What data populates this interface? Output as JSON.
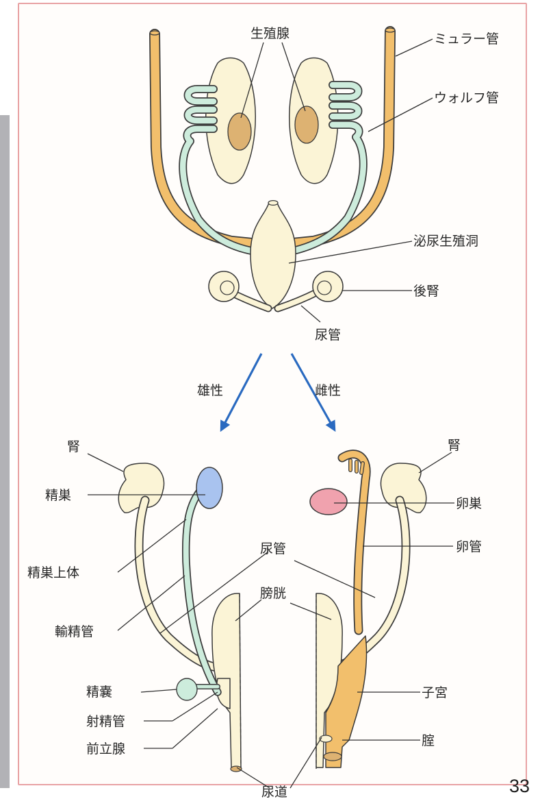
{
  "page": {
    "number": "33"
  },
  "labels": {
    "gonad": "生殖腺",
    "muller": "ミュラー管",
    "wolff": "ウォルフ管",
    "sinus": "泌尿生殖洞",
    "metanephros": "後腎",
    "ureter_top": "尿管",
    "male": "雄性",
    "female": "雌性",
    "kidney_male": "腎",
    "testis": "精巣",
    "epididymis": "精巣上体",
    "vas_deferens": "輸精管",
    "seminal_vesicle": "精嚢",
    "ejaculatory_duct": "射精管",
    "prostate": "前立腺",
    "ureter_bottom": "尿管",
    "bladder": "膀胱",
    "urethra": "尿道",
    "kidney_female": "腎",
    "ovary": "卵巣",
    "oviduct": "卵管",
    "uterus": "子宮",
    "vagina": "腟"
  },
  "colors": {
    "tissue": "#fbf4d6",
    "muller": "#f2bf6c",
    "wolff": "#cdecdc",
    "gonad_core": "#ddb272",
    "testis": "#a9c3ef",
    "ovary": "#f0a2ae",
    "arrow": "#2a6ac0",
    "frame": "#e8a2a4"
  }
}
